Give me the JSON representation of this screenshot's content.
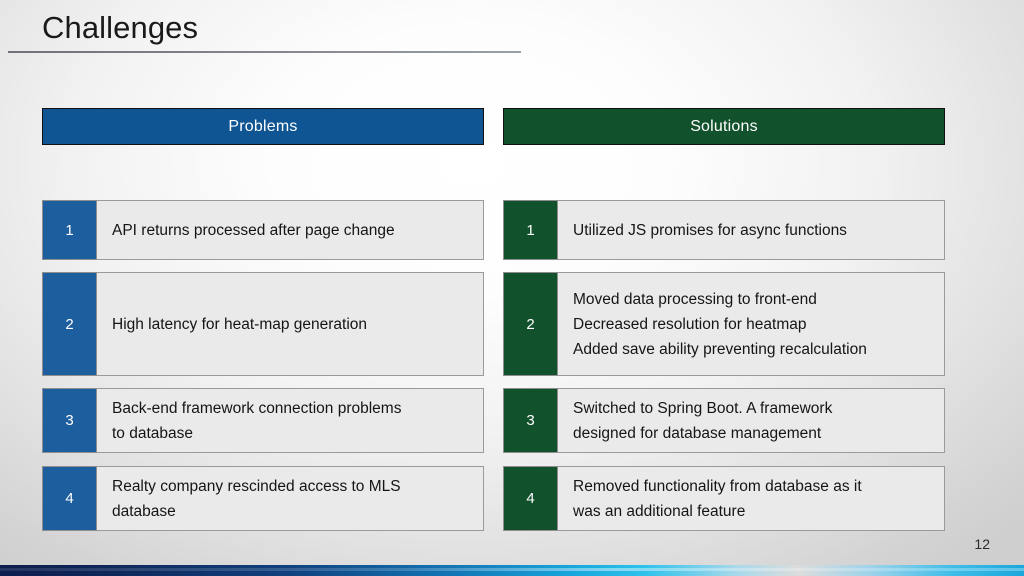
{
  "slide": {
    "title": "Challenges",
    "page_number": "12"
  },
  "columns": {
    "problems": {
      "header": "Problems",
      "accent_color": "#0f5593",
      "number_color": "#1c5e9e",
      "rows": [
        {
          "number": "1",
          "text": "API returns processed after page change"
        },
        {
          "number": "2",
          "text": "High latency for heat-map generation"
        },
        {
          "number": "3",
          "text": "Back-end framework connection problems\nto database"
        },
        {
          "number": "4",
          "text": "Realty company rescinded access to MLS\ndatabase"
        }
      ]
    },
    "solutions": {
      "header": "Solutions",
      "accent_color": "#11512c",
      "number_color": "#11512c",
      "rows": [
        {
          "number": "1",
          "text": "Utilized JS promises for async functions"
        },
        {
          "number": "2",
          "text": "Moved data processing to front-end\nDecreased resolution for heatmap\nAdded save ability preventing recalculation"
        },
        {
          "number": "3",
          "text": "Switched to Spring Boot. A framework\ndesigned for database management"
        },
        {
          "number": "4",
          "text": "Removed functionality from database as it\nwas an additional feature"
        }
      ]
    }
  },
  "footer": {
    "bar_gradient_start": "#0d1d4f",
    "bar_gradient_end": "#1aa7dc"
  }
}
